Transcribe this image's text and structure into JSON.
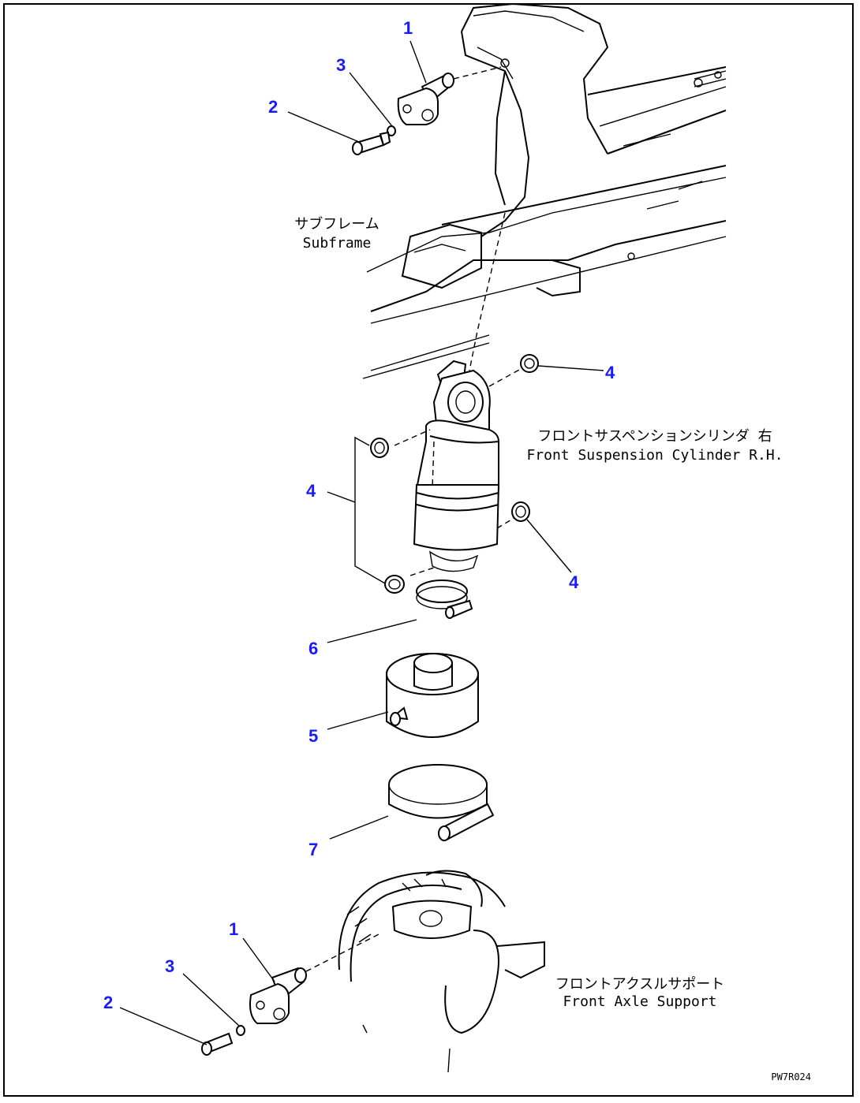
{
  "colors": {
    "callout": "#1a1aff",
    "line": "#000000",
    "background": "#ffffff"
  },
  "callouts": [
    {
      "id": "c1-top",
      "text": "1"
    },
    {
      "id": "c3-top",
      "text": "3"
    },
    {
      "id": "c2-top",
      "text": "2"
    },
    {
      "id": "c4-a",
      "text": "4"
    },
    {
      "id": "c4-b",
      "text": "4"
    },
    {
      "id": "c4-c",
      "text": "4"
    },
    {
      "id": "c6",
      "text": "6"
    },
    {
      "id": "c5",
      "text": "5"
    },
    {
      "id": "c7",
      "text": "7"
    },
    {
      "id": "c1-bot",
      "text": "1"
    },
    {
      "id": "c3-bot",
      "text": "3"
    },
    {
      "id": "c2-bot",
      "text": "2"
    }
  ],
  "labels": {
    "subframe": {
      "jp": "サブフレーム",
      "en": "Subframe"
    },
    "cylinder": {
      "jp": "フロントサスペンションシリンダ 右",
      "en": "Front Suspension Cylinder R.H."
    },
    "axle_support": {
      "jp": "フロントアクスルサポート",
      "en": "Front Axle Support"
    }
  },
  "figure_code": "PW7R024"
}
